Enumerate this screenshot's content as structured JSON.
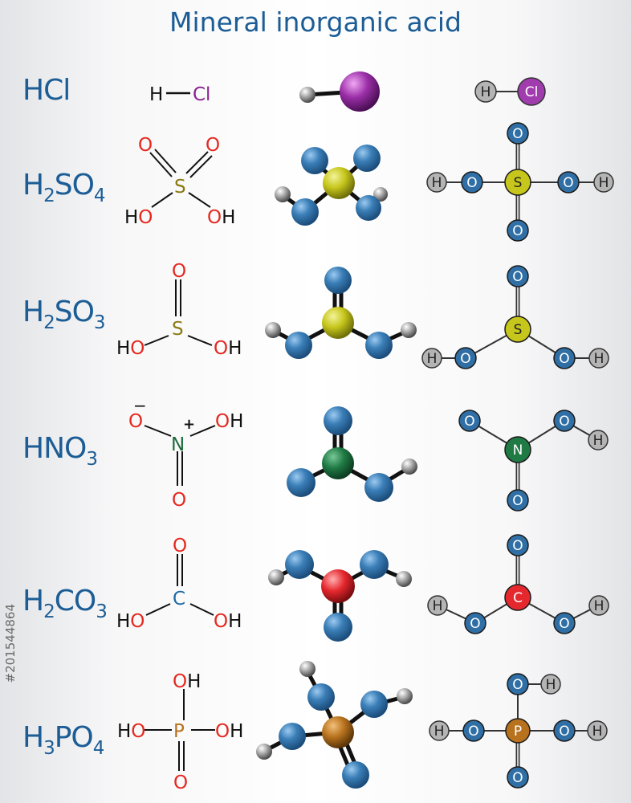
{
  "title": "Mineral inorganic acid",
  "colors": {
    "formula_text": "#1c5d96",
    "oxygen_text": "#e5281f",
    "sulfur_text": "#8a7a12",
    "nitrogen_text": "#1d6a3a",
    "carbon_text": "#1d6aa6",
    "phosphorus_text": "#b8721d",
    "chlorine_text": "#8a2290",
    "oxygen_atom": "#2f6fa5",
    "hydrogen_atom": "#9a9a9a",
    "sulfur_atom": "#c6c61c",
    "nitrogen_atom": "#1d6a3a",
    "carbon_atom": "#e5282e",
    "phosphorus_atom": "#b8721d",
    "chlorine_atom": "#8e2c99"
  },
  "labels": {
    "H": "H",
    "O": "O",
    "S": "S",
    "N": "N",
    "C": "C",
    "P": "P",
    "Cl": "Cl",
    "OH": "OH",
    "HO": "HO",
    "plus": "+",
    "minus": "−"
  },
  "acids": [
    {
      "name": "HCl",
      "formula": [
        "HCl"
      ]
    },
    {
      "name": "H2SO4",
      "formula": [
        "H",
        "2",
        "SO",
        "4"
      ]
    },
    {
      "name": "H2SO3",
      "formula": [
        "H",
        "2",
        "SO",
        "3"
      ]
    },
    {
      "name": "HNO3",
      "formula": [
        "HNO",
        "3"
      ]
    },
    {
      "name": "H2CO3",
      "formula": [
        "H",
        "2",
        "CO",
        "3"
      ]
    },
    {
      "name": "H3PO4",
      "formula": [
        "H",
        "3",
        "PO",
        "4"
      ]
    }
  ],
  "watermark": "#201544864"
}
